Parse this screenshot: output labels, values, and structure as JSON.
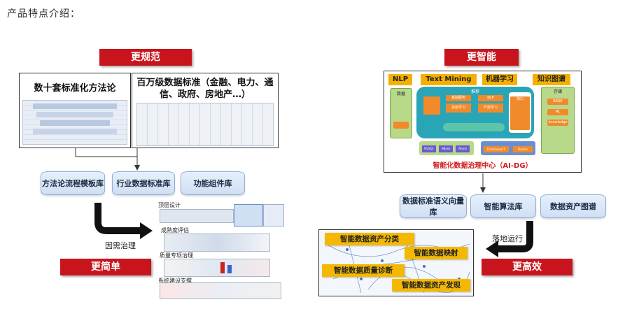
{
  "page_title": "产品特点介绍：",
  "left": {
    "tag_top": "更规范",
    "box1_title": "数十套标准化方法论",
    "box2_title": "百万级数据标准（金融、电力、通信、政府、房地产…）",
    "libs": [
      "方法论流程模板库",
      "行业数据标准库",
      "功能组件库"
    ],
    "arrow_label": "因需治理",
    "tag_bottom": "更简单",
    "stack_labels": [
      "顶层设计",
      "成熟度评估",
      "质量专项治理",
      "系统建设支撑"
    ]
  },
  "right": {
    "tag_top": "更智能",
    "tabs": [
      "NLP",
      "Text Mining",
      "机器学习",
      "知识图谱"
    ],
    "center_name": "智能化数据治理中心（AI-DG）",
    "inner": {
      "left_panel": "数据",
      "right_panel": "存储",
      "core": "推荐",
      "core_items": [
        "基础服务",
        "NLP",
        "高级学习",
        "开放学习"
      ],
      "interface": "接口",
      "db_items": [
        "MySQL",
        "HBase",
        "Neo4j"
      ],
      "engine_items": [
        "Elasticsearch",
        "Docker"
      ],
      "right_items": [
        "BASE",
        "ML",
        "knowledge"
      ]
    },
    "libs": [
      "数据标准语义向量库",
      "智能算法库",
      "数据资产图谱"
    ],
    "arrow_label": "落地运行",
    "tag_bottom": "更高效",
    "features": [
      "智能数据资产分类",
      "智能数据映射",
      "智能数据质量诊断",
      "智能数据资产发现"
    ]
  }
}
